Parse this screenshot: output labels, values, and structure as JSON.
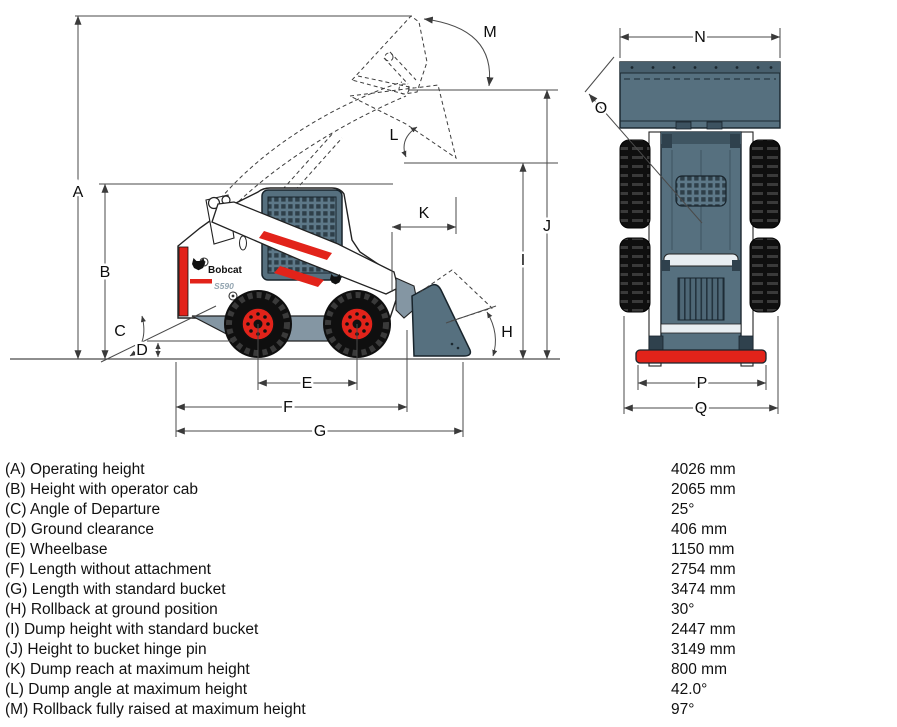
{
  "machine": {
    "brand": "Bobcat",
    "model": "S590"
  },
  "dims": {
    "A": "A",
    "B": "B",
    "C": "C",
    "D": "D",
    "E": "E",
    "F": "F",
    "G": "G",
    "H": "H",
    "I": "I",
    "J": "J",
    "K": "K",
    "L": "L",
    "M": "M",
    "N": "N",
    "O": "O",
    "P": "P",
    "Q": "Q"
  },
  "specs": [
    {
      "code": "(A)",
      "label": "Operating height",
      "value": "4026 mm"
    },
    {
      "code": "(B)",
      "label": "Height with operator cab",
      "value": "2065 mm"
    },
    {
      "code": "(C)",
      "label": "Angle of Departure",
      "value": "25°"
    },
    {
      "code": "(D)",
      "label": "Ground clearance",
      "value": "406 mm"
    },
    {
      "code": "(E)",
      "label": "Wheelbase",
      "value": "1150 mm"
    },
    {
      "code": "(F)",
      "label": "Length without attachment",
      "value": "2754 mm"
    },
    {
      "code": "(G)",
      "label": "Length with standard bucket",
      "value": "3474 mm"
    },
    {
      "code": "(H)",
      "label": "Rollback at ground position",
      "value": "30°"
    },
    {
      "code": "(I)",
      "label": "Dump height with standard bucket",
      "value": "2447 mm"
    },
    {
      "code": "(J)",
      "label": "Height to bucket hinge pin",
      "value": "3149 mm"
    },
    {
      "code": "(K)",
      "label": "Dump reach at maximum height",
      "value": "800 mm"
    },
    {
      "code": "(L)",
      "label": "Dump angle at maximum height",
      "value": "42.0°"
    },
    {
      "code": "(M)",
      "label": "Rollback fully raised at maximum height",
      "value": "97°"
    }
  ],
  "colors": {
    "accent_red": "#e2231a",
    "machine_slate": "#56707f",
    "slate_dark": "#3f5562",
    "outline_dark": "#18242c",
    "belly_gray": "#8496a3",
    "tire_black": "#0f0f0f",
    "dim_line": "#4a4a4a"
  }
}
